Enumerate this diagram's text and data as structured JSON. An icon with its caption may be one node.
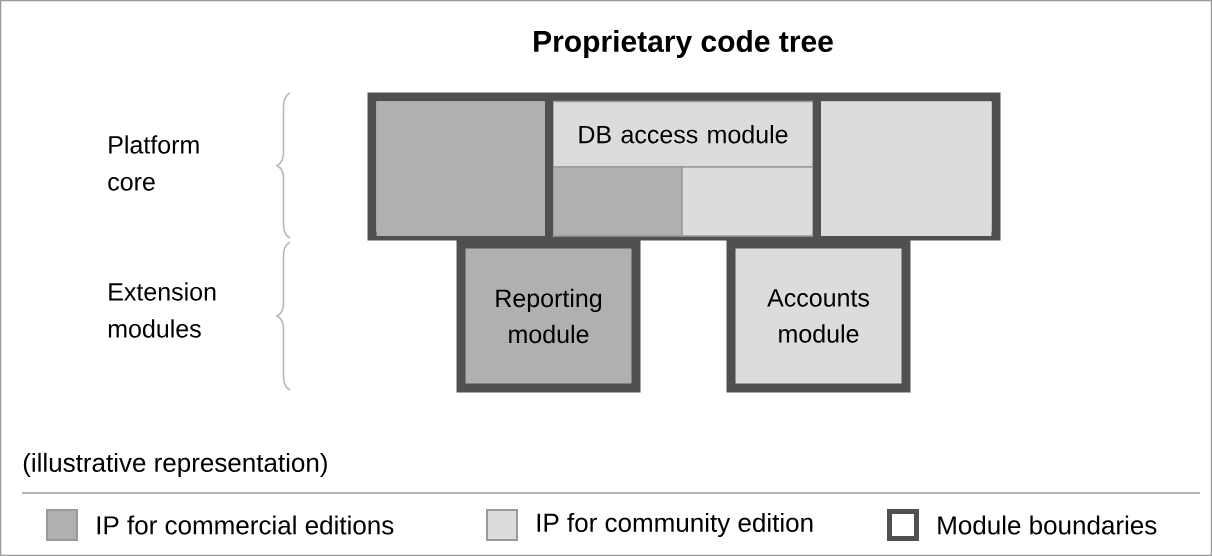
{
  "diagram": {
    "title": "Proprietary code tree",
    "nodes": [
      {
        "text": [],
        "shape": "box"
      },
      {
        "text": [],
        "shape": "box",
        "in": 0
      },
      {
        "text": [
          "DB access module"
        ],
        "in": 0
      },
      {
        "text": [],
        "shape": "box",
        "in": 0
      },
      {
        "text": [],
        "shape": "box",
        "in": 0
      },
      {
        "text": [],
        "shape": "box",
        "in": 0
      },
      {
        "text": [
          "Reporting module"
        ]
      },
      {
        "text": [
          "Accounts module"
        ]
      }
    ],
    "labels": [
      "Platform core",
      "Extension modules",
      "(illustrative representation)"
    ],
    "legend": [
      {
        "text": "IP for commercial editions",
        "color": "#b0b0b0"
      },
      {
        "text": "IP for community edition",
        "color": "#dcdcdc"
      },
      {
        "text": "Module boundaries"
      }
    ]
  }
}
